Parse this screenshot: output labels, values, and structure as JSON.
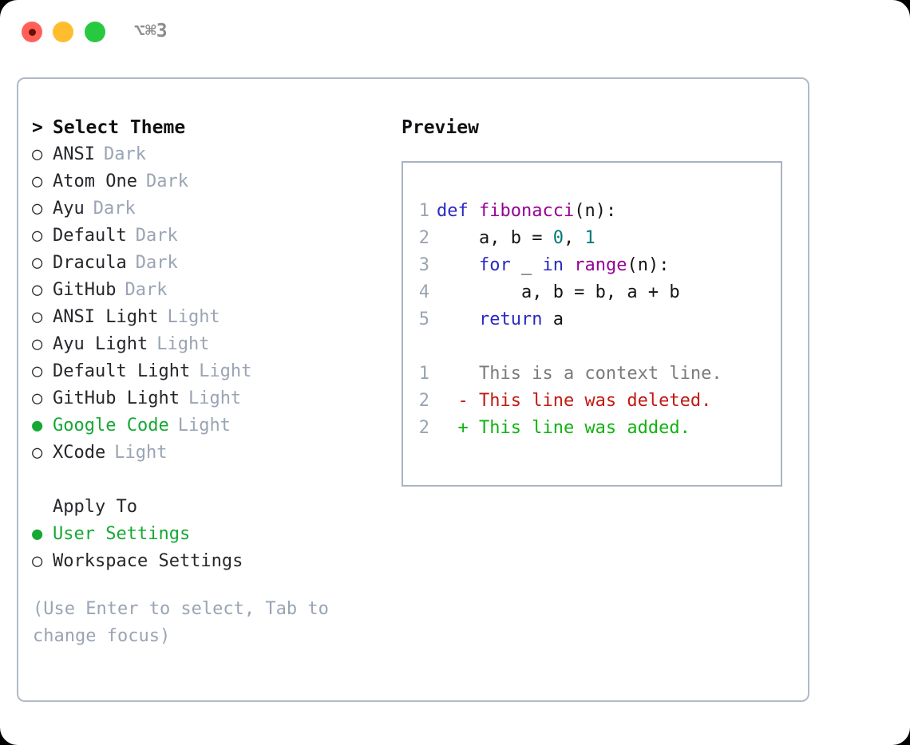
{
  "window": {
    "shortcut": "⌥⌘3",
    "traffic_lights": [
      {
        "name": "close",
        "color": "#ff6058"
      },
      {
        "name": "minimize",
        "color": "#ffbd2e"
      },
      {
        "name": "zoom",
        "color": "#28c940"
      }
    ]
  },
  "theme_list": {
    "header": {
      "marker": ">",
      "label": "Select Theme"
    },
    "items": [
      {
        "marker": "○",
        "name": "ANSI",
        "variant": "Dark",
        "selected": false
      },
      {
        "marker": "○",
        "name": "Atom One",
        "variant": "Dark",
        "selected": false
      },
      {
        "marker": "○",
        "name": "Ayu",
        "variant": "Dark",
        "selected": false
      },
      {
        "marker": "○",
        "name": "Default",
        "variant": "Dark",
        "selected": false
      },
      {
        "marker": "○",
        "name": "Dracula",
        "variant": "Dark",
        "selected": false
      },
      {
        "marker": "○",
        "name": "GitHub",
        "variant": "Dark",
        "selected": false
      },
      {
        "marker": "○",
        "name": "ANSI Light",
        "variant": "Light",
        "selected": false
      },
      {
        "marker": "○",
        "name": "Ayu Light",
        "variant": "Light",
        "selected": false
      },
      {
        "marker": "○",
        "name": "Default Light",
        "variant": "Light",
        "selected": false
      },
      {
        "marker": "○",
        "name": "GitHub Light",
        "variant": "Light",
        "selected": false
      },
      {
        "marker": "●",
        "name": "Google Code",
        "variant": "Light",
        "selected": true
      },
      {
        "marker": "○",
        "name": "XCode",
        "variant": "Light",
        "selected": false
      }
    ]
  },
  "apply_to": {
    "header": {
      "marker": " ",
      "label": "Apply To"
    },
    "items": [
      {
        "marker": "●",
        "name": "User Settings",
        "selected": true
      },
      {
        "marker": "○",
        "name": "Workspace Settings",
        "selected": false
      }
    ]
  },
  "hint": "(Use Enter to select, Tab to change focus)",
  "preview": {
    "title": "Preview",
    "code_lines": [
      {
        "number": "1",
        "tokens": [
          {
            "text": "def ",
            "type": "kw"
          },
          {
            "text": "fibonacci",
            "type": "fn"
          },
          {
            "text": "(n):",
            "type": "punc"
          }
        ]
      },
      {
        "number": "2",
        "tokens": [
          {
            "text": "    a, b = ",
            "type": "plain"
          },
          {
            "text": "0",
            "type": "num"
          },
          {
            "text": ", ",
            "type": "plain"
          },
          {
            "text": "1",
            "type": "num"
          }
        ]
      },
      {
        "number": "3",
        "tokens": [
          {
            "text": "    for",
            "type": "kw"
          },
          {
            "text": " _ ",
            "type": "plain"
          },
          {
            "text": "in",
            "type": "kw"
          },
          {
            "text": " ",
            "type": "plain"
          },
          {
            "text": "range",
            "type": "fn"
          },
          {
            "text": "(n):",
            "type": "punc"
          }
        ]
      },
      {
        "number": "4",
        "tokens": [
          {
            "text": "        a, b = b, a + b",
            "type": "plain"
          }
        ]
      },
      {
        "number": "5",
        "tokens": [
          {
            "text": "    return",
            "type": "kw"
          },
          {
            "text": " a",
            "type": "plain"
          }
        ]
      }
    ],
    "diff_lines": [
      {
        "number": "1",
        "sign": " ",
        "text": "This is a context line.",
        "type": "ctx"
      },
      {
        "number": "2",
        "sign": "-",
        "text": "This line was deleted.",
        "type": "del"
      },
      {
        "number": "2",
        "sign": "+",
        "text": "This line was added.",
        "type": "add"
      }
    ]
  },
  "colors": {
    "accent_green": "#16a834",
    "keyword": "#2929c4",
    "function": "#960096",
    "number": "#007878",
    "muted": "#9aa4b4",
    "diff_add": "#11b211",
    "diff_del": "#c21a12",
    "border": "#b2bac6"
  }
}
